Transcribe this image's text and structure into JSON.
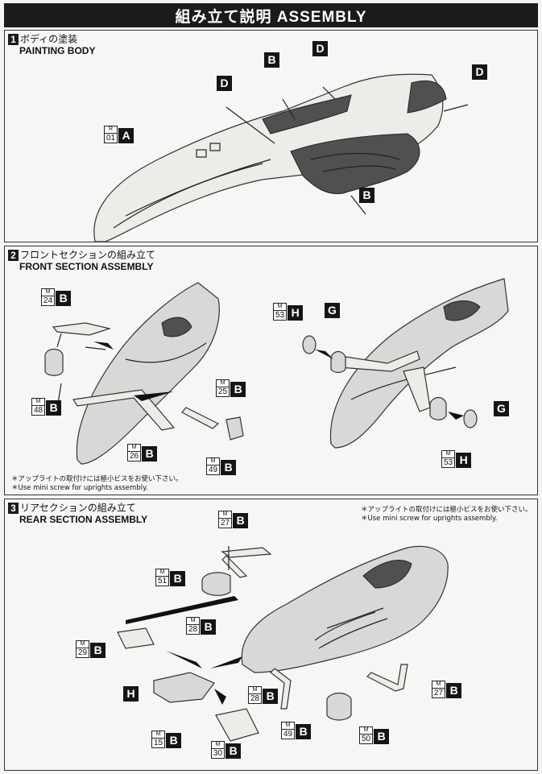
{
  "header": {
    "title": "組み立て説明 ASSEMBLY"
  },
  "sections": [
    {
      "num": "1",
      "title_jp": "ボディの塗装",
      "title_en": "PAINTING BODY",
      "labels": {
        "a": {
          "tag_top": "R",
          "tag_bottom": "01",
          "letter": "A"
        },
        "b1": {
          "letter": "B"
        },
        "d1": {
          "letter": "D"
        },
        "d2": {
          "letter": "D"
        },
        "d3": {
          "letter": "D"
        },
        "b2": {
          "letter": "B"
        }
      }
    },
    {
      "num": "2",
      "title_jp": "フロントセクションの組み立て",
      "title_en": "FRONT SECTION ASSEMBLY",
      "labels": {
        "m24": {
          "tag_top": "M",
          "tag_bottom": "24",
          "letter": "B"
        },
        "m48": {
          "tag_top": "M",
          "tag_bottom": "48",
          "letter": "B"
        },
        "m25": {
          "tag_top": "M",
          "tag_bottom": "25",
          "letter": "B"
        },
        "m26": {
          "tag_top": "M",
          "tag_bottom": "26",
          "letter": "B"
        },
        "m49": {
          "tag_top": "M",
          "tag_bottom": "49",
          "letter": "B"
        },
        "m53a": {
          "tag_top": "M",
          "tag_bottom": "53",
          "letter": "H"
        },
        "g1": {
          "letter": "G"
        },
        "g2": {
          "letter": "G"
        },
        "m53b": {
          "tag_top": "M",
          "tag_bottom": "53",
          "letter": "H"
        }
      },
      "notes": [
        "＊アップライトの取付けには極小ビスをお使い下さい。",
        "＊Use mini screw for uprights assembly."
      ]
    },
    {
      "num": "3",
      "title_jp": "リアセクションの組み立て",
      "title_en": "REAR SECTION ASSEMBLY",
      "labels": {
        "m27a": {
          "tag_top": "M",
          "tag_bottom": "27",
          "letter": "B"
        },
        "m51": {
          "tag_top": "M",
          "tag_bottom": "51",
          "letter": "B"
        },
        "m28a": {
          "tag_top": "M",
          "tag_bottom": "28",
          "letter": "B"
        },
        "m29": {
          "tag_top": "M",
          "tag_bottom": "29",
          "letter": "B"
        },
        "h": {
          "letter": "H"
        },
        "m15": {
          "tag_top": "M",
          "tag_bottom": "15",
          "letter": "B"
        },
        "m30": {
          "tag_top": "M",
          "tag_bottom": "30",
          "letter": "B"
        },
        "m28b": {
          "tag_top": "M",
          "tag_bottom": "28",
          "letter": "B"
        },
        "m49": {
          "tag_top": "M",
          "tag_bottom": "49",
          "letter": "B"
        },
        "m50": {
          "tag_top": "M",
          "tag_bottom": "50",
          "letter": "B"
        },
        "m27b": {
          "tag_top": "M",
          "tag_bottom": "27",
          "letter": "B"
        }
      },
      "notes": [
        "＊アップライトの取付けには極小ビスをお使い下さい。",
        "＊Use mini screw for uprights assembly."
      ]
    }
  ]
}
